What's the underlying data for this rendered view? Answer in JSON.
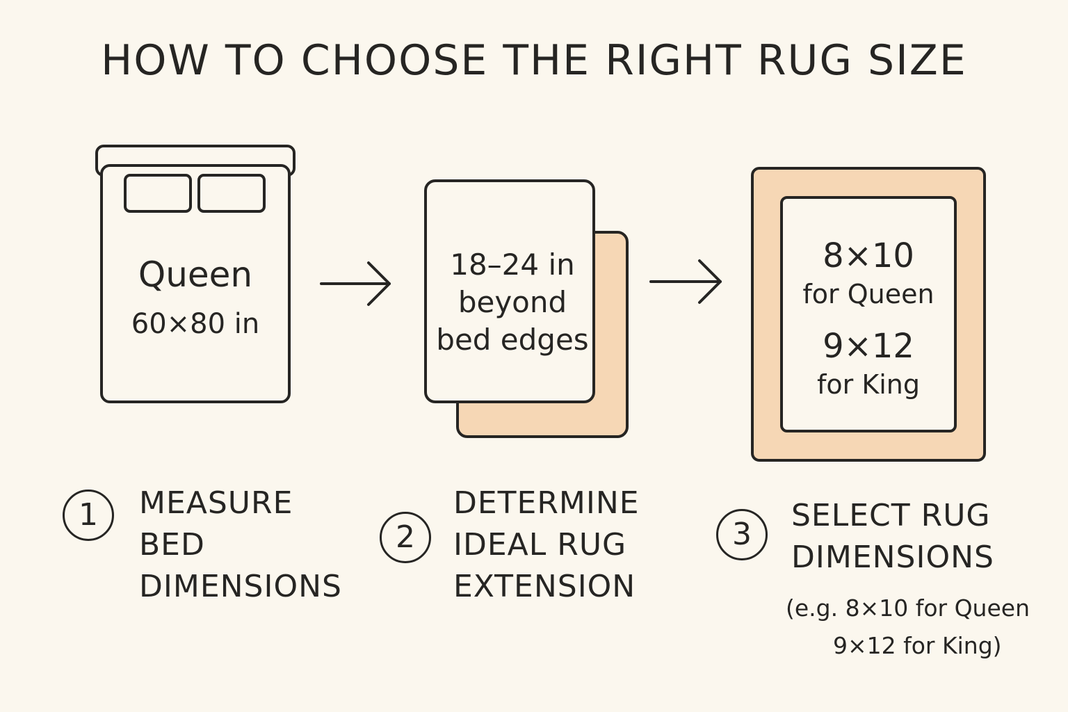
{
  "title": "HOW TO CHOOSE THE RIGHT RUG SIZE",
  "colors": {
    "background": "#FBF7EE",
    "ink": "#262523",
    "rug_fill": "#F6D7B5"
  },
  "panel1": {
    "label_line1": "Queen",
    "label_line2": "60×80 in"
  },
  "panel2": {
    "line1": "18–24 in",
    "line2": "beyond",
    "line3": "bed edges"
  },
  "panel3": {
    "size1": "8×10",
    "size1_label": "for Queen",
    "size2": "9×12",
    "size2_label": "for King"
  },
  "steps": [
    {
      "number": "1",
      "lines": [
        "MEASURE",
        "BED",
        "DIMENSIONS"
      ]
    },
    {
      "number": "2",
      "lines": [
        "DETERMINE",
        "IDEAL RUG",
        "EXTENSION"
      ]
    },
    {
      "number": "3",
      "lines": [
        "SELECT RUG",
        "DIMENSIONS"
      ],
      "note_lines": [
        "(e.g. 8×10 for Queen",
        "9×12 for King)"
      ]
    }
  ]
}
